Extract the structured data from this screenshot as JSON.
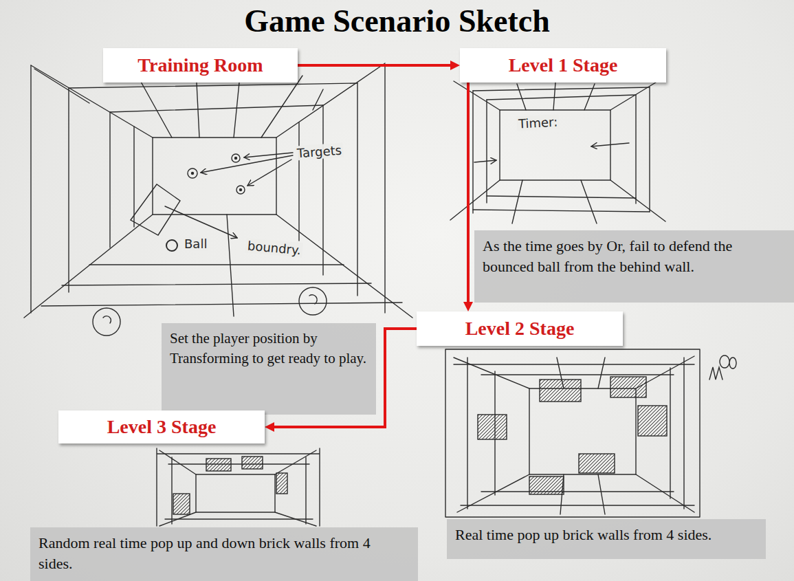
{
  "diagram": {
    "title": "Game Scenario Sketch",
    "nodes": [
      {
        "text": [
          "Training Room"
        ]
      },
      {
        "text": [
          "Level 1 Stage"
        ]
      },
      {
        "text": [
          "As the time goes by Or, fail to defend the bounced ball from the behind wall."
        ]
      },
      {
        "text": [
          "Set the player position by Transforming to get ready to play."
        ]
      },
      {
        "text": [
          "Level 2 Stage"
        ]
      },
      {
        "text": [
          "Level 3 Stage"
        ]
      },
      {
        "text": [
          "Real time pop up brick walls from 4 sides."
        ]
      },
      {
        "text": [
          "Random real time pop up and down brick walls from 4 sides."
        ]
      }
    ],
    "edges": [
      {
        "from": 0,
        "to": 1,
        "arrow": "to"
      },
      {
        "from": 1,
        "to": 4,
        "arrow": "to"
      },
      {
        "from": 4,
        "to": 5,
        "arrow": "to"
      }
    ],
    "labels": [
      "Targets",
      "Ball",
      "boundry.",
      "Timer:"
    ]
  }
}
